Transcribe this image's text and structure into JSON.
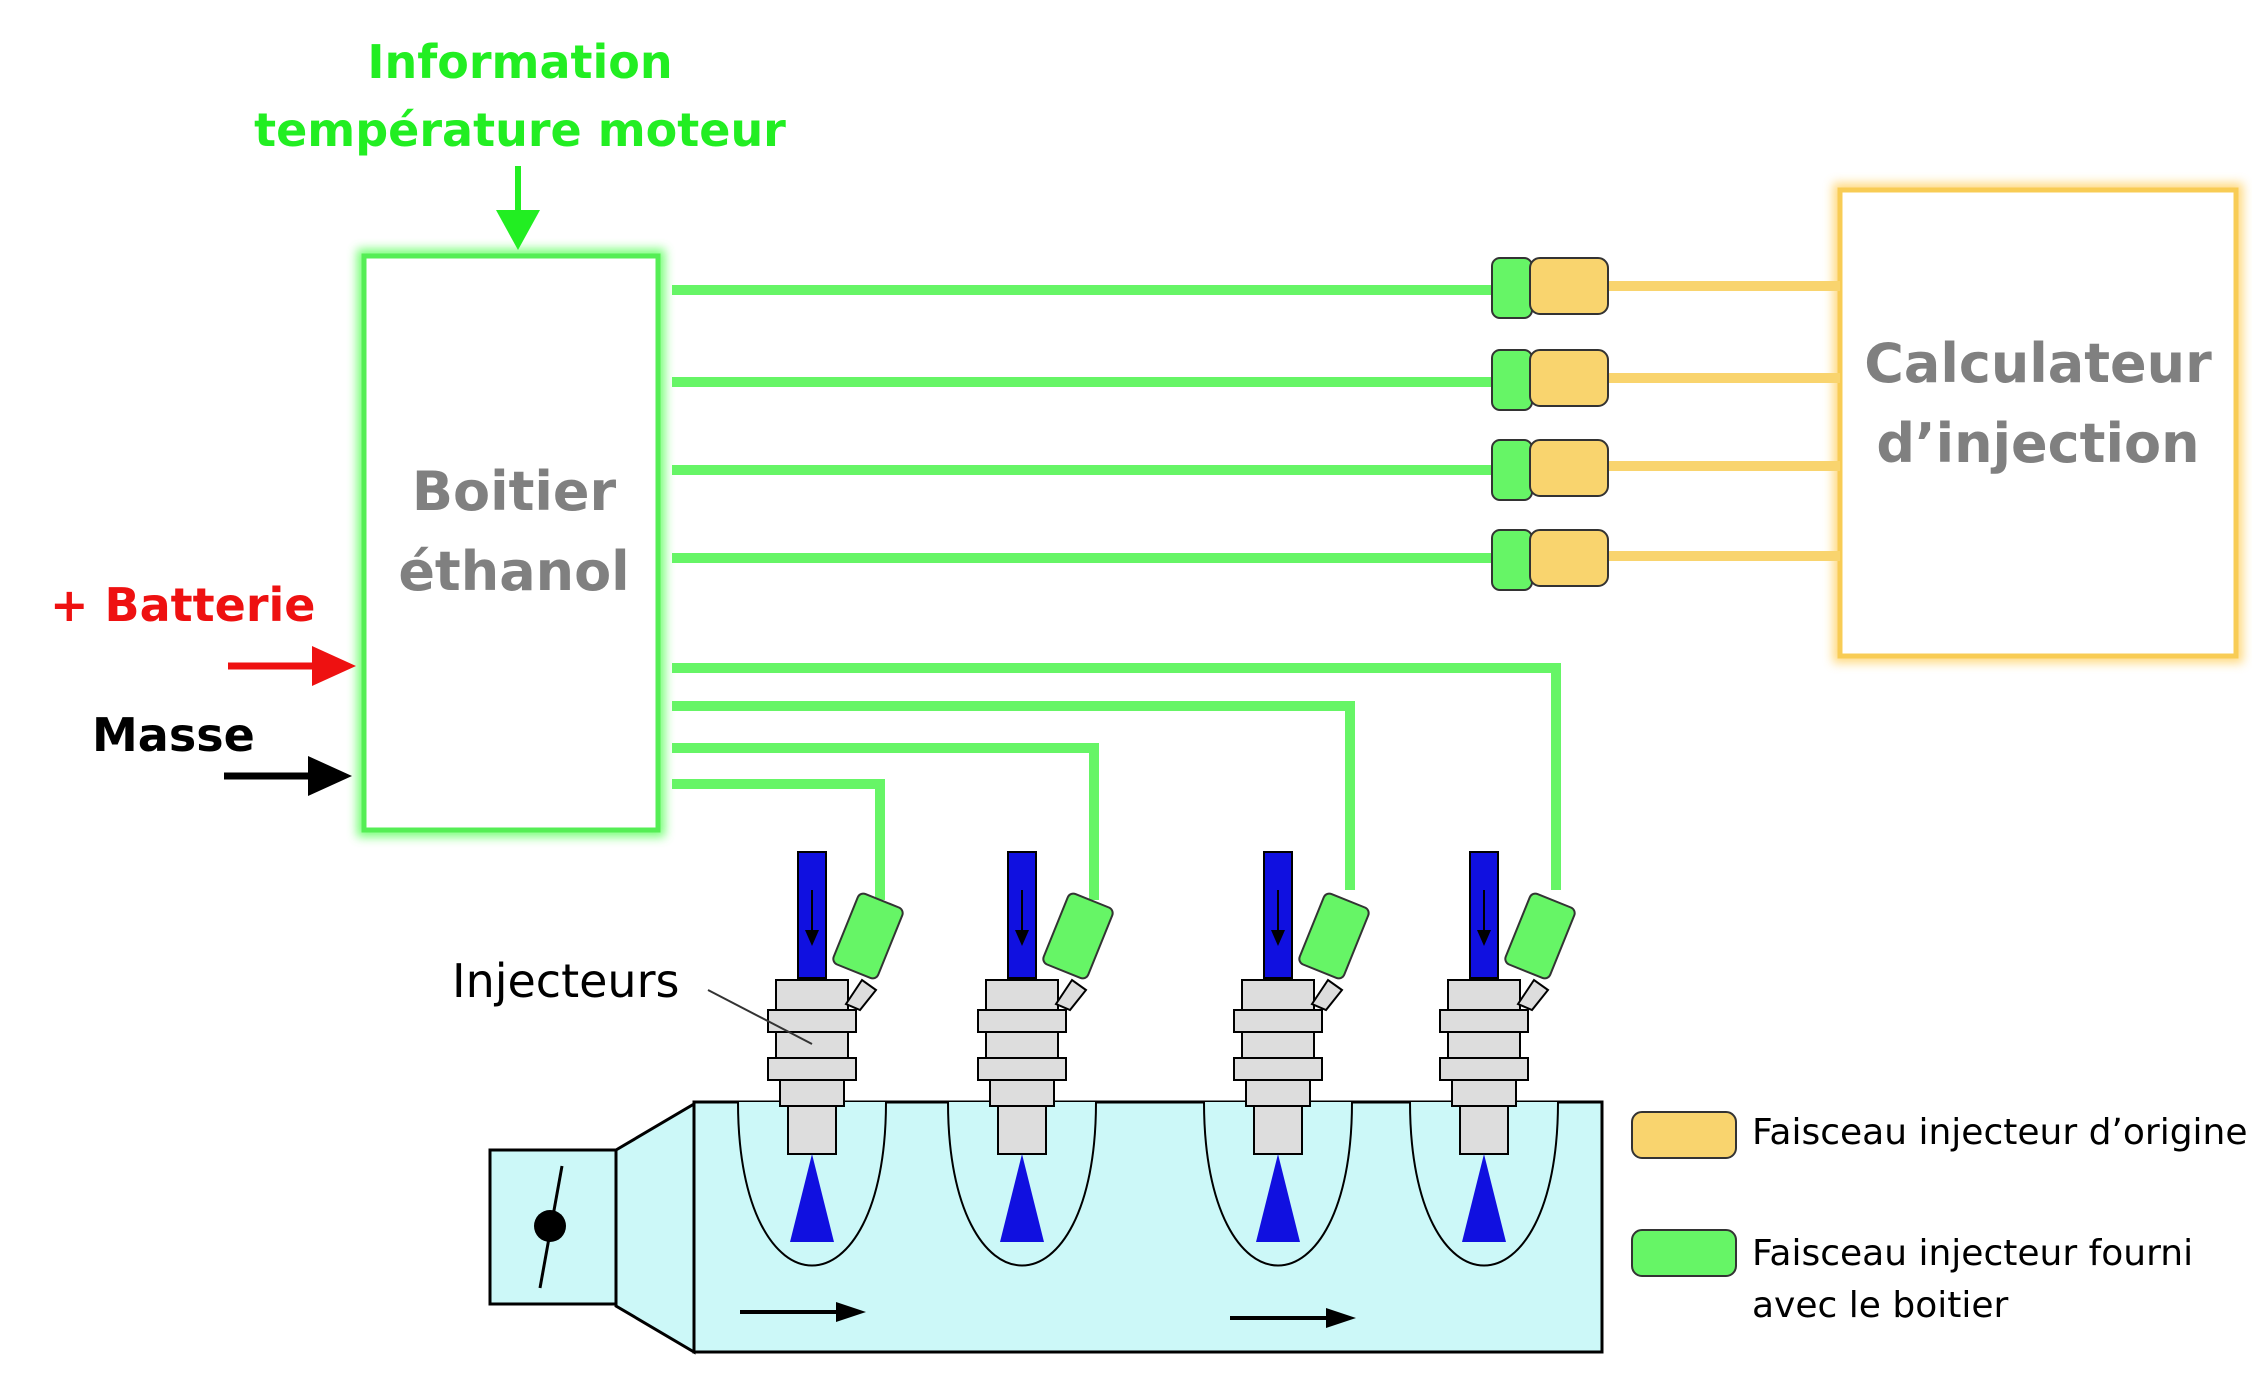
{
  "top_label": {
    "line1": "Information",
    "line2": "température moteur"
  },
  "boitier": {
    "line1": "Boitier",
    "line2": "éthanol"
  },
  "calculateur": {
    "line1": "Calculateur",
    "line2": "d’injection"
  },
  "inputs": {
    "batterie": "+ Batterie",
    "masse": "Masse"
  },
  "injecteurs_label": "Injecteurs",
  "legend": {
    "origine": "Faisceau injecteur d’origine",
    "fourni_line1": "Faisceau injecteur fourni",
    "fourni_line2": "avec le boitier"
  },
  "colors": {
    "green": "#66f566",
    "green_text": "#22ee22",
    "orange": "#f9d46e",
    "red": "#ee1111",
    "blue": "#1010e0",
    "manifold": "#ccf8f8",
    "grey_text": "#808080"
  }
}
